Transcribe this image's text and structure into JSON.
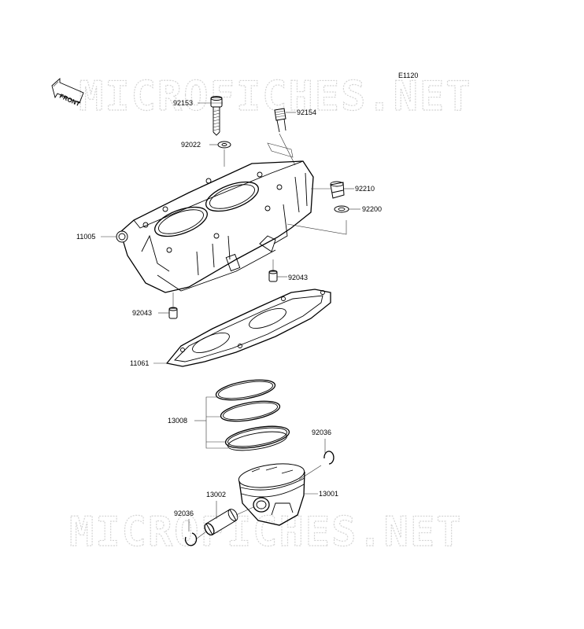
{
  "diagram": {
    "code": "E1120",
    "front_label": "FRONT",
    "watermark": "MICROFICHES.NET",
    "parts": [
      {
        "id": "p92153",
        "number": "92153"
      },
      {
        "id": "p92154",
        "number": "92154"
      },
      {
        "id": "p92022",
        "number": "92022"
      },
      {
        "id": "p92210",
        "number": "92210"
      },
      {
        "id": "p92200",
        "number": "92200"
      },
      {
        "id": "p11005",
        "number": "11005"
      },
      {
        "id": "p92043a",
        "number": "92043"
      },
      {
        "id": "p92043b",
        "number": "92043"
      },
      {
        "id": "p11061",
        "number": "11061"
      },
      {
        "id": "p13008",
        "number": "13008"
      },
      {
        "id": "p92036a",
        "number": "92036"
      },
      {
        "id": "p13001",
        "number": "13001"
      },
      {
        "id": "p13002",
        "number": "13002"
      },
      {
        "id": "p92036b",
        "number": "92036"
      }
    ]
  }
}
